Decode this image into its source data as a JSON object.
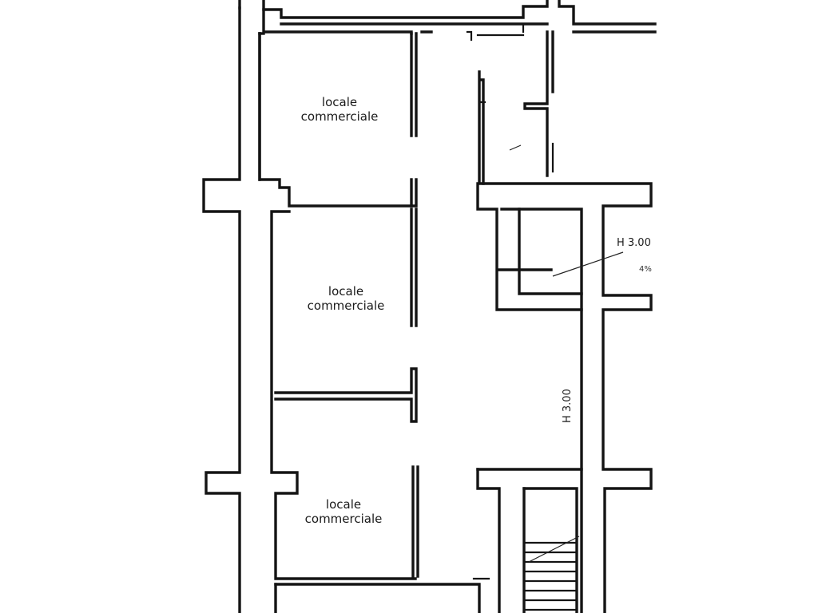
{
  "rooms": [
    {
      "line1": "locale",
      "line2": "commerciale"
    },
    {
      "line1": "locale",
      "line2": "commerciale"
    },
    {
      "line1": "locale",
      "line2": "commerciale"
    }
  ],
  "heights": {
    "top_right": "H 3.00",
    "corridor": "H 3.00",
    "small_note": "4%"
  }
}
